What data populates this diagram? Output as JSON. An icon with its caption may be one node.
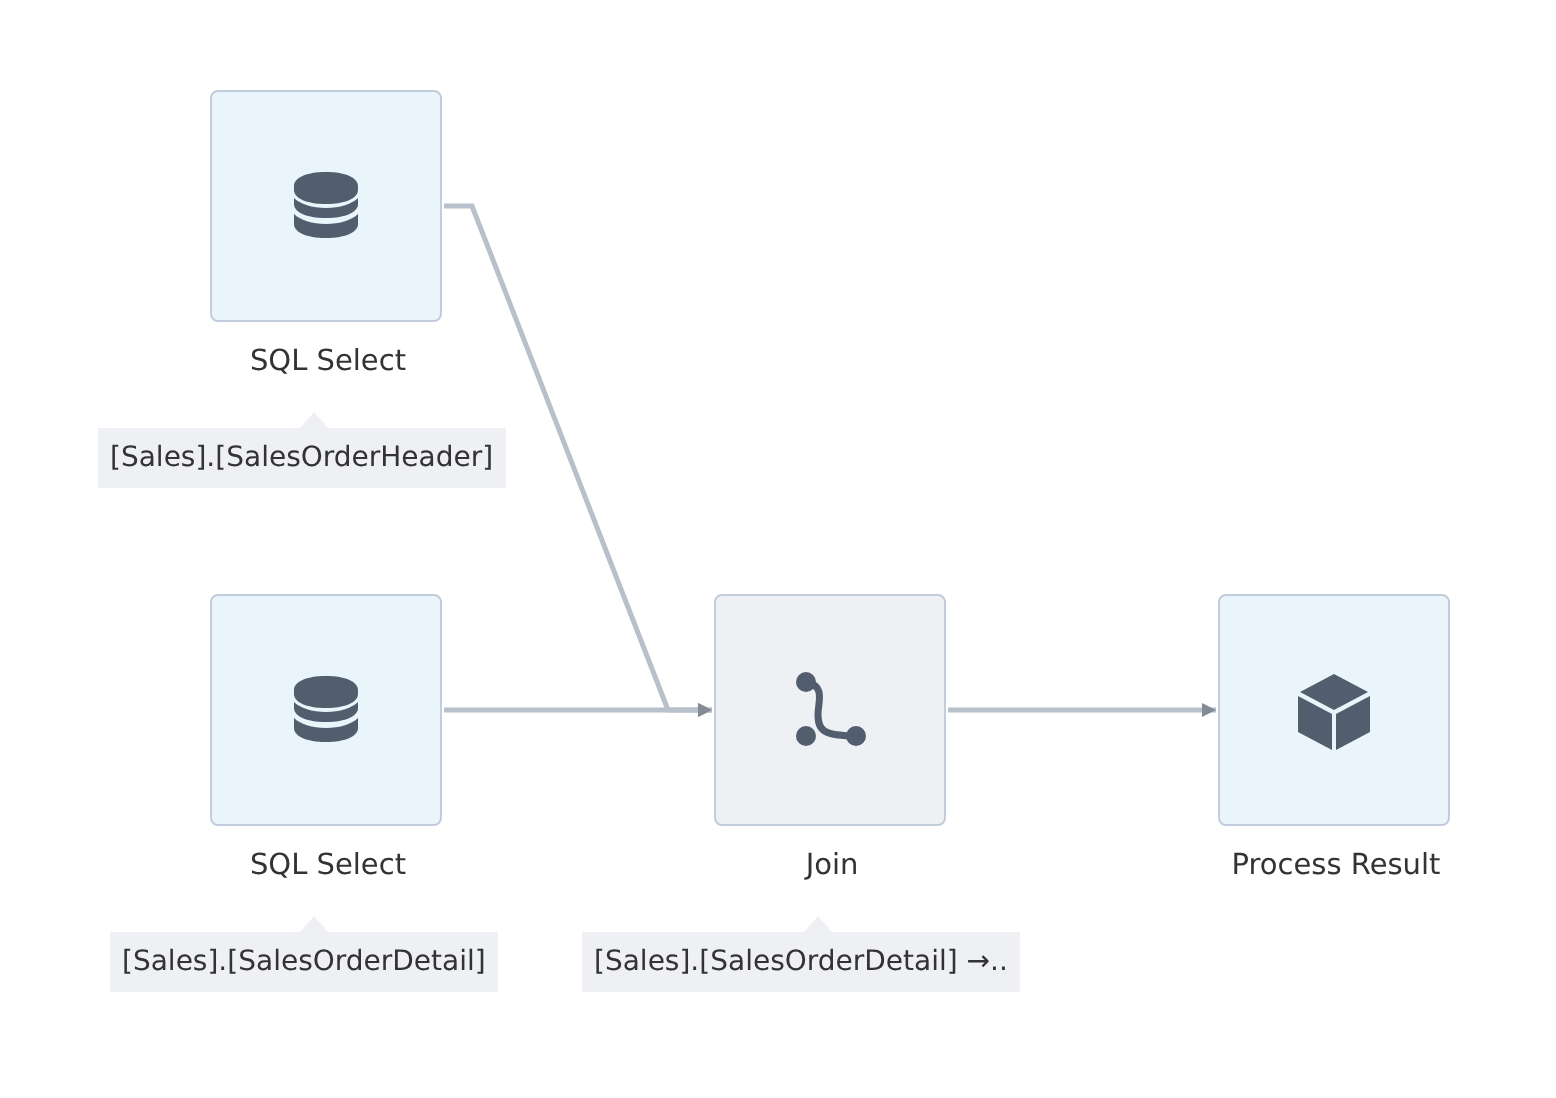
{
  "diagram": {
    "nodes": [
      {
        "text": [
          "SQL Select",
          "[Sales].[SalesOrderHeader]"
        ]
      },
      {
        "text": [
          "SQL Select",
          "[Sales].[SalesOrderDetail]"
        ]
      },
      {
        "text": [
          "Join",
          "[Sales].[SalesOrderDetail] →.."
        ]
      },
      {
        "text": [
          "Process Result"
        ]
      }
    ],
    "edges": [
      {
        "from": 0,
        "to": 2,
        "arrow": "to"
      },
      {
        "from": 1,
        "to": 2,
        "arrow": "to"
      },
      {
        "from": 2,
        "to": 3,
        "arrow": "to"
      }
    ]
  }
}
